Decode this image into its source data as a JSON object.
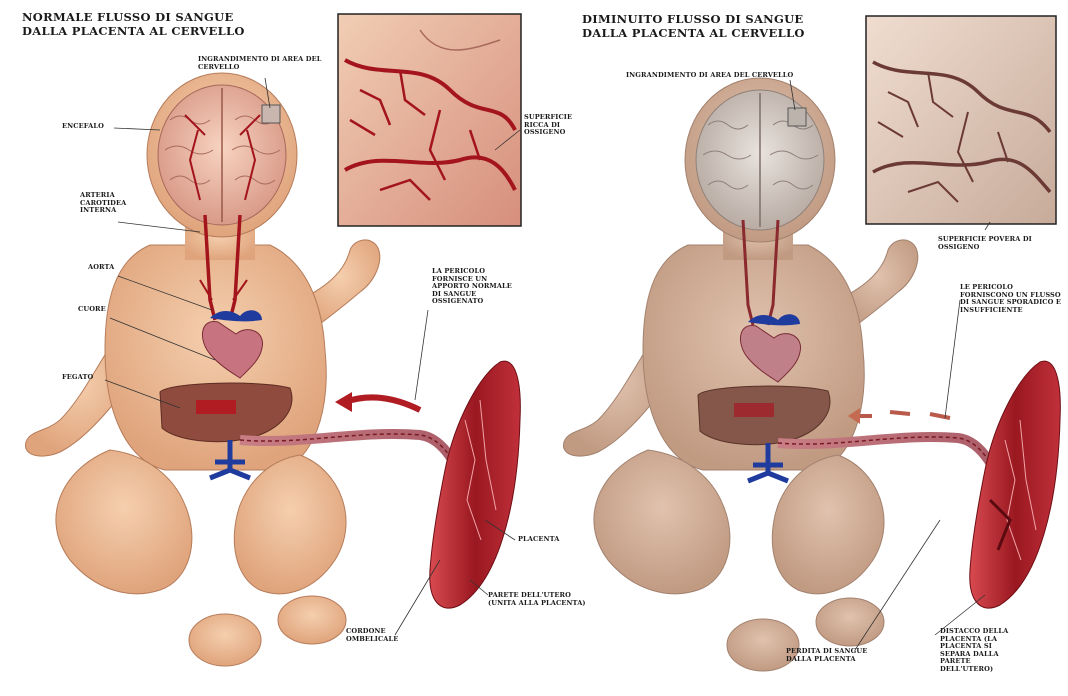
{
  "left_panel": {
    "title_line1": "NORMALE FLUSSO DI SANGUE",
    "title_line2": "DALLA PLACENTA AL CERVELLO",
    "labels": {
      "enlargement": "INGRANDIMENTO DI AREA DEL CERVELLO",
      "brain": "ENCEFALO",
      "surface": "SUPERFICIE RICCA DI OSSIGENO",
      "carotid": "ARTERIA CAROTIDEA INTERNA",
      "aorta": "AORTA",
      "heart": "CUORE",
      "liver": "FEGATO",
      "placenta_flow": "LA PERICOLO FORNISCE UN APPORTO NORMALE DI SANGUE OSSIGENATO",
      "placenta": "PLACENTA",
      "uterus": "PARETE DELL'UTERO (UNITA ALLA PLACENTA)",
      "cord": "CORDONE OMBELICALE"
    }
  },
  "right_panel": {
    "title_line1": "DIMINUITO FLUSSO DI SANGUE",
    "title_line2": "DALLA PLACENTA AL CERVELLO",
    "labels": {
      "enlargement": "INGRANDIMENTO DI AREA DEL CERVELLO",
      "surface": "SUPERFICIE POVERA DI OSSIGENO",
      "placenta_flow": "LE PERICOLO FORNISCONO UN FLUSSO DI SANGUE SPORADICO E INSUFFICIENTE",
      "blood_loss": "PERDITA DI SANGUE DALLA PLACENTA",
      "detachment": "DISTACCO DELLA PLACENTA (LA PLACENTA SI SEPARA DALLA PARETE DELL'UTERO)"
    }
  },
  "colors": {
    "skin_left": "#e9b893",
    "skin_right": "#d2b19c",
    "artery": "#a3141c",
    "vein": "#1f3b9e",
    "placenta": "#b0232c"
  }
}
